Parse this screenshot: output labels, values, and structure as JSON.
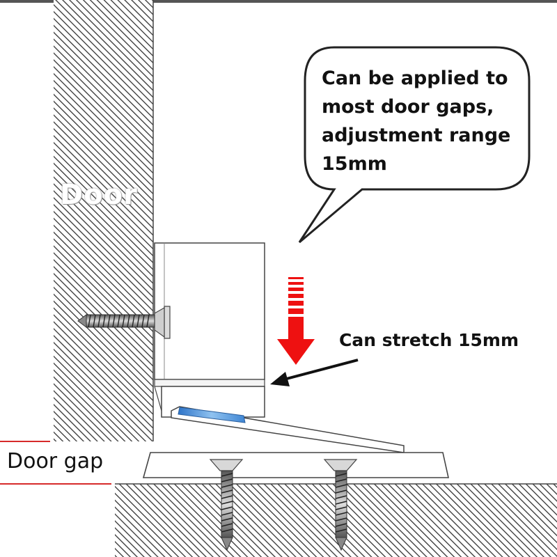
{
  "labels": {
    "door": "Door",
    "bubble_lines": [
      "Can be applied to",
      "most door gaps,",
      "adjustment range",
      "15mm"
    ],
    "stretch": "Can stretch 15mm",
    "door_gap": "Door gap"
  },
  "colors": {
    "hatch": "#333333",
    "arrow_red": "#ee1111",
    "gap_line_red": "#d62a2a",
    "spring_blue": "#4a90d9",
    "outline": "#444444"
  },
  "icons": {
    "screws": [
      "wall-screw-icon",
      "floor-screw-icon",
      "floor-screw-icon"
    ]
  }
}
